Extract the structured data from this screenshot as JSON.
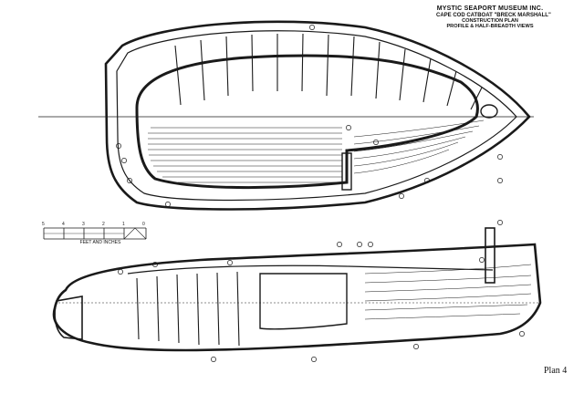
{
  "title_block": {
    "museum": "MYSTIC SEAPORT MUSEUM INC.",
    "line2": "",
    "line3": "",
    "boat": "CAPE COD CATBOAT \"BRECK MARSHALL\"",
    "plan_name": "CONSTRUCTION PLAN",
    "views": "PROFILE & HALF-BREADTH VIEWS",
    "meta": [],
    "accession": ""
  },
  "scale_bar": {
    "labels": [
      "5",
      "4",
      "3",
      "2",
      "1",
      "0"
    ],
    "caption": "FEET AND INCHES"
  },
  "plan_number": "Plan 4"
}
